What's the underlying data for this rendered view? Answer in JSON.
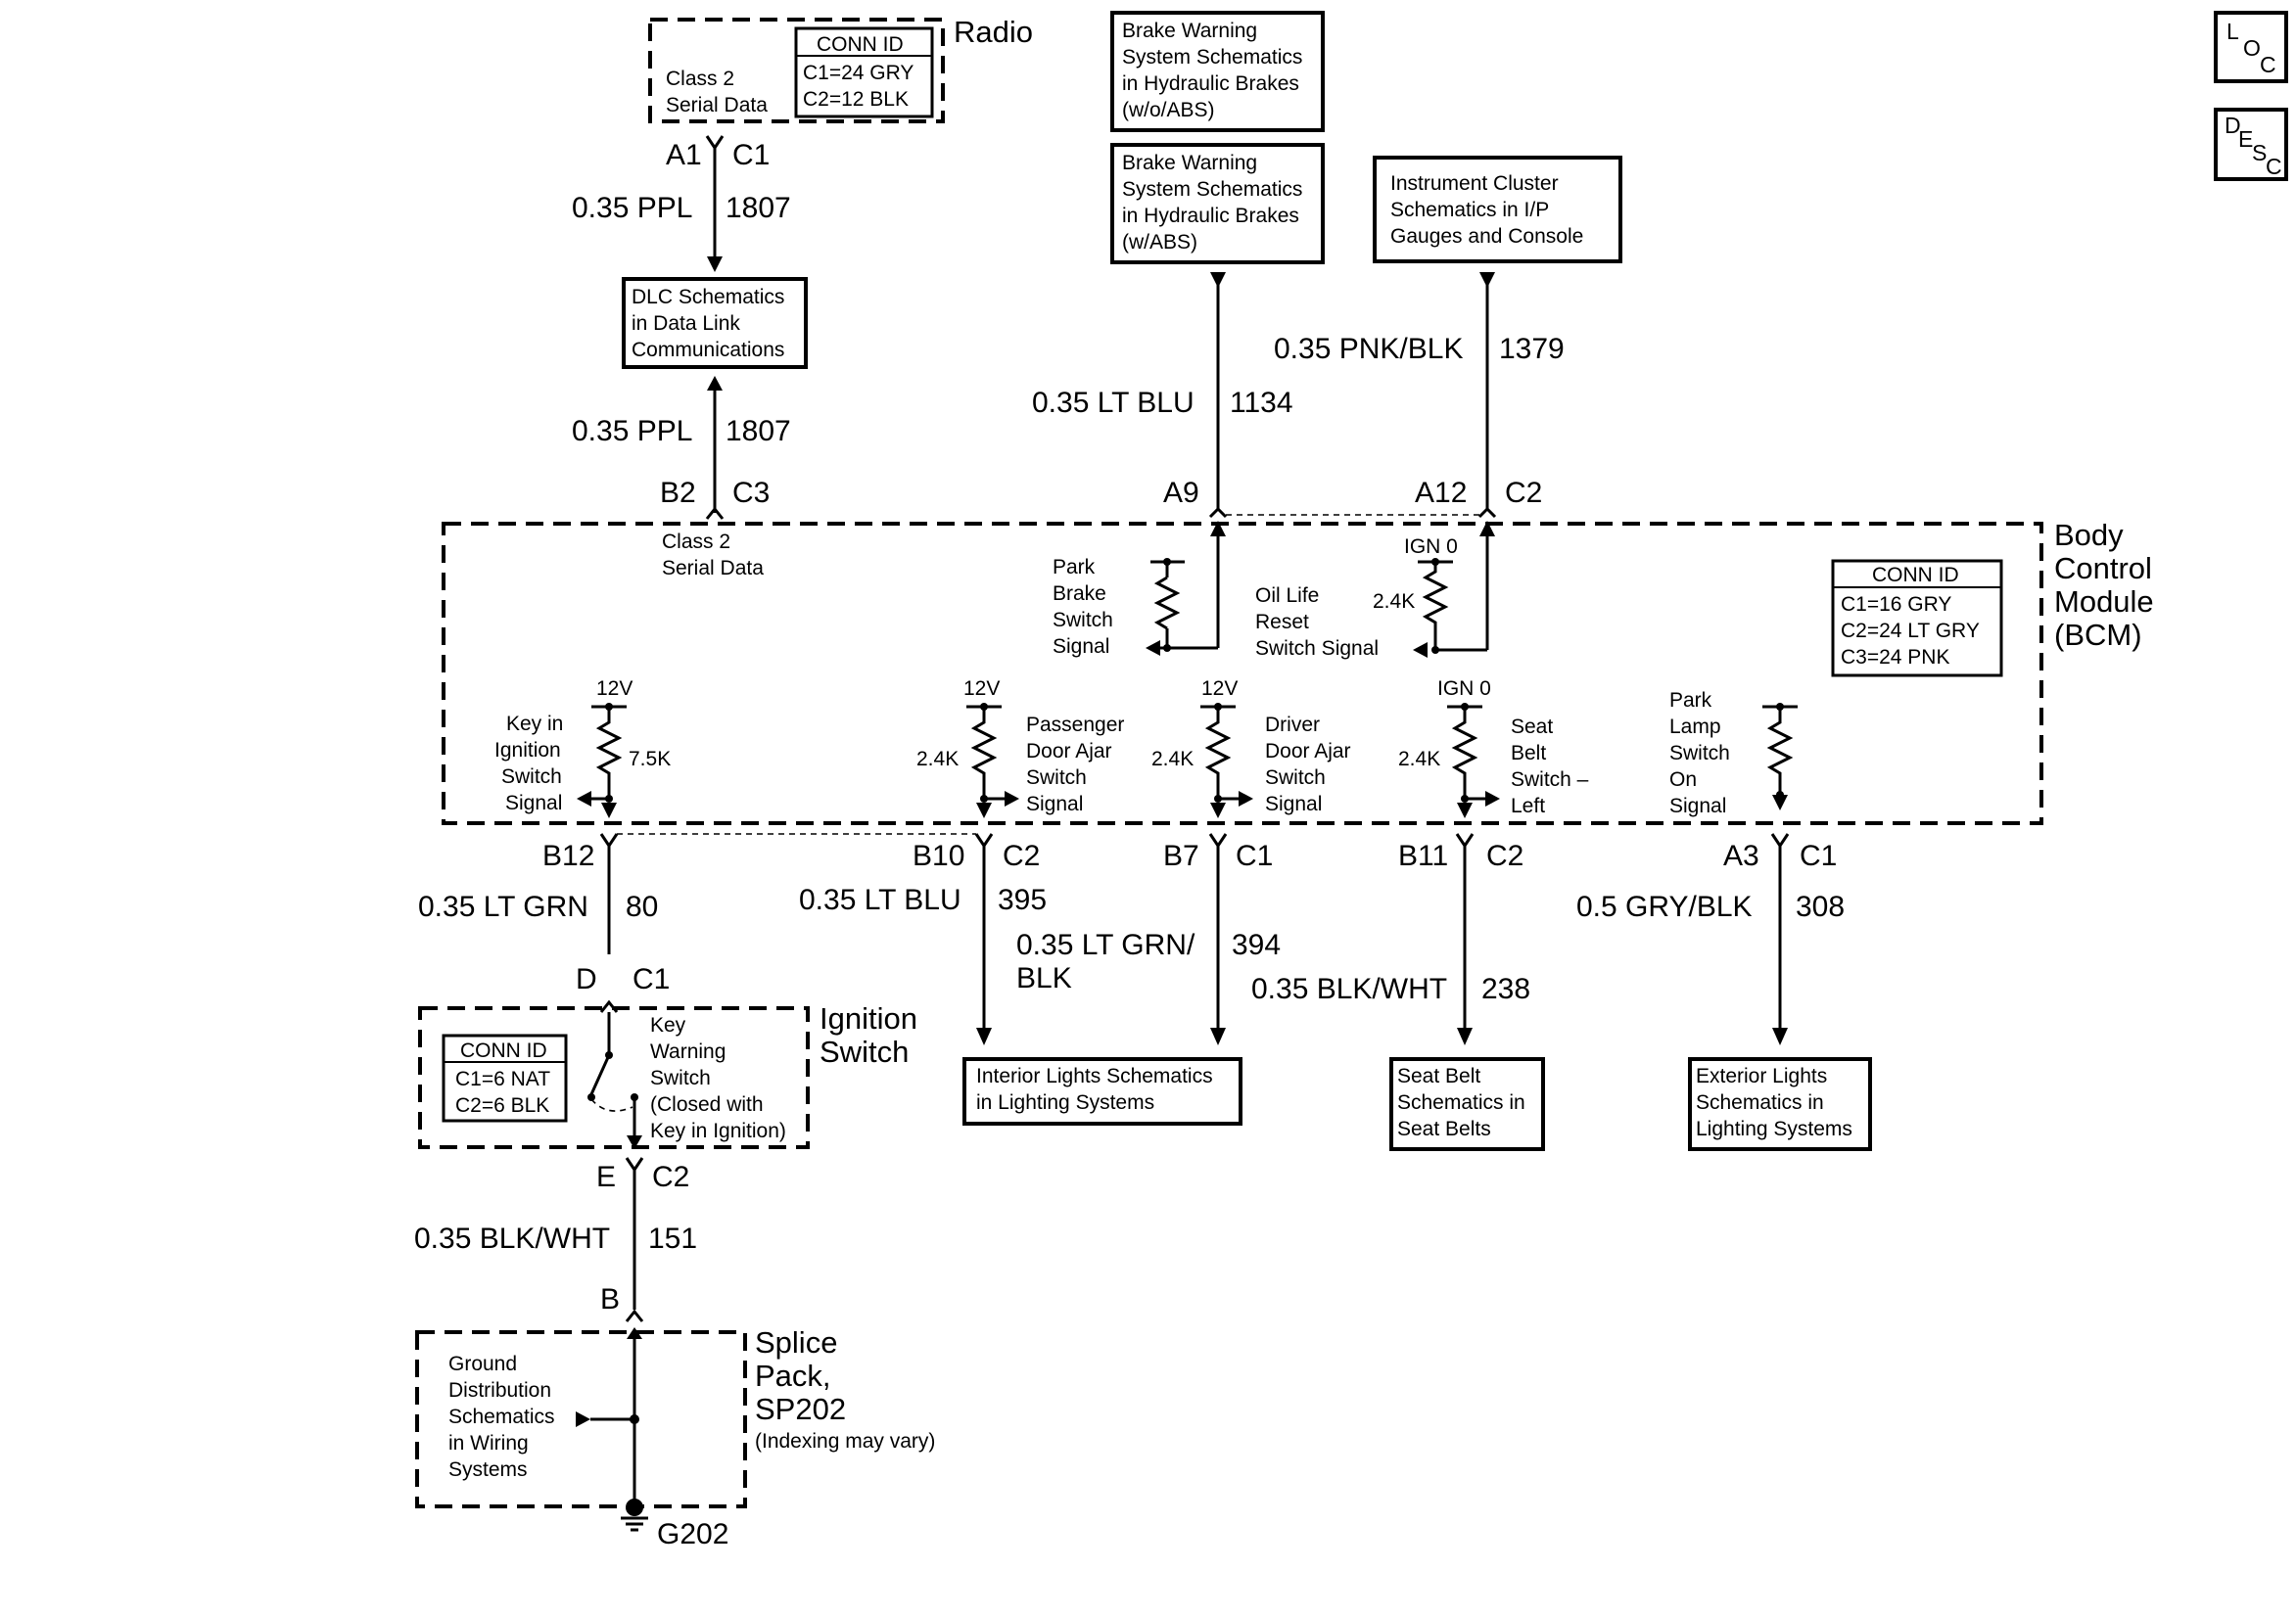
{
  "radio": {
    "title": "Radio",
    "serial_line1": "Class 2",
    "serial_line2": "Serial Data",
    "conn_title": "CONN ID",
    "conn_c1": "C1=24 GRY",
    "conn_c2": "C2=12 BLK",
    "pin": "A1",
    "conn": "C1"
  },
  "wire_radio": {
    "gauge": "0.35 PPL",
    "circuit": "1807"
  },
  "dlc": {
    "line1": "DLC Schematics",
    "line2": "in Data Link",
    "line3": "Communications"
  },
  "wire_dlc": {
    "gauge": "0.35 PPL",
    "circuit": "1807",
    "pin": "B2",
    "conn": "C3"
  },
  "brake1": {
    "line1": "Brake Warning",
    "line2": "System Schematics",
    "line3": "in Hydraulic Brakes",
    "line4": "(w/o/ABS)"
  },
  "brake2": {
    "line1": "Brake Warning",
    "line2": "System Schematics",
    "line3": "in Hydraulic Brakes",
    "line4": "(w/ABS)"
  },
  "cluster": {
    "line1": "Instrument Cluster",
    "line2": "Schematics in I/P",
    "line3": "Gauges and Console"
  },
  "wire_brake": {
    "gauge": "0.35 LT BLU",
    "circuit": "1134",
    "pin": "A9"
  },
  "wire_cluster": {
    "gauge": "0.35 PNK/BLK",
    "circuit": "1379",
    "pin": "A12",
    "conn": "C2"
  },
  "bcm": {
    "title1": "Body",
    "title2": "Control",
    "title3": "Module",
    "title4": "(BCM)",
    "conn_title": "CONN ID",
    "conn_c1": "C1=16 GRY",
    "conn_c2": "C2=24 LT GRY",
    "conn_c3": "C3=24 PNK",
    "serial_line1": "Class 2",
    "serial_line2": "Serial Data",
    "park_brake": [
      "Park",
      "Brake",
      "Switch",
      "Signal"
    ],
    "oil_life": [
      "Oil Life",
      "Reset",
      "Switch Signal"
    ],
    "oil_ign": "IGN 0",
    "oil_res": "2.4K",
    "key_in": [
      "Key in",
      "Ignition",
      "Switch",
      "Signal"
    ],
    "key_volt": "12V",
    "key_res": "7.5K",
    "pass_door": [
      "Passenger",
      "Door Ajar",
      "Switch",
      "Signal"
    ],
    "pass_volt": "12V",
    "pass_res": "2.4K",
    "drv_door": [
      "Driver",
      "Door Ajar",
      "Switch",
      "Signal"
    ],
    "drv_volt": "12V",
    "drv_res": "2.4K",
    "seat_belt": [
      "Seat",
      "Belt",
      "Switch –",
      "Left"
    ],
    "seat_ign": "IGN 0",
    "seat_res": "2.4K",
    "park_lamp": [
      "Park",
      "Lamp",
      "Switch",
      "On",
      "Signal"
    ]
  },
  "wire_key": {
    "pin": "B12",
    "gauge": "0.35 LT GRN",
    "circuit": "80",
    "pin2": "D",
    "conn2": "C1"
  },
  "wire_pass": {
    "pin": "B10",
    "conn": "C2",
    "gauge": "0.35 LT BLU",
    "circuit": "395"
  },
  "wire_drv": {
    "pin": "B7",
    "conn": "C1",
    "gauge1": "0.35 LT GRN/",
    "gauge2": "BLK",
    "circuit": "394"
  },
  "wire_seat": {
    "pin": "B11",
    "conn": "C2",
    "gauge": "0.35 BLK/WHT",
    "circuit": "238"
  },
  "wire_park": {
    "pin": "A3",
    "conn": "C1",
    "gauge": "0.5 GRY/BLK",
    "circuit": "308"
  },
  "interior": {
    "line1": "Interior Lights Schematics",
    "line2": "in Lighting Systems"
  },
  "seatbelts": {
    "line1": "Seat Belt",
    "line2": "Schematics in",
    "line3": "Seat Belts"
  },
  "exterior": {
    "line1": "Exterior Lights",
    "line2": "Schematics in",
    "line3": "Lighting Systems"
  },
  "ignition": {
    "title1": "Ignition",
    "title2": "Switch",
    "conn_title": "CONN ID",
    "conn_c1": "C1=6 NAT",
    "conn_c2": "C2=6 BLK",
    "switch": [
      "Key",
      "Warning",
      "Switch",
      "(Closed with",
      "Key in Ignition)"
    ]
  },
  "wire_ign": {
    "pin": "E",
    "conn": "C2",
    "gauge": "0.35 BLK/WHT",
    "circuit": "151",
    "pin2": "B"
  },
  "splice": {
    "title1": "Splice",
    "title2": "Pack,",
    "title3": "SP202",
    "note": "(Indexing may vary)",
    "ground": [
      "Ground",
      "Distribution",
      "Schematics",
      "in Wiring",
      "Systems"
    ],
    "ground_id": "G202"
  },
  "buttons": {
    "loc": [
      "L",
      "O",
      "C"
    ],
    "desc": [
      "D",
      "E",
      "S",
      "C"
    ]
  }
}
